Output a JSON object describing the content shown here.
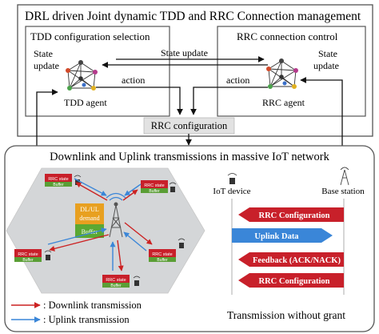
{
  "title": "DRL driven Joint dynamic TDD and RRC Connection management",
  "tdd_box": {
    "title": "TDD configuration selection",
    "state_update": [
      "State",
      "update"
    ],
    "agent": "TDD agent",
    "action": "action"
  },
  "rrc_box": {
    "title": "RRC connection control",
    "state_update": [
      "State",
      "update"
    ],
    "agent": "RRC agent",
    "action": "action"
  },
  "middle_state_update": "State update",
  "rrc_configuration": "RRC configuration",
  "network": {
    "title": "Downlink and Uplink transmissions in massive IoT network",
    "device_label": [
      "RRC state",
      "Buffer"
    ],
    "bs_labels": [
      "DL/UL",
      "demand",
      "Buffer"
    ]
  },
  "legend": {
    "downlink": ": Downlink transmission",
    "uplink": ": Uplink transmission"
  },
  "sequence": {
    "iot_device": "IoT device",
    "base_station": "Base station",
    "messages": [
      {
        "label": "RRC Configuration",
        "direction": "down"
      },
      {
        "label": "Uplink Data",
        "direction": "up"
      },
      {
        "label": "Feedback (ACK/NACK)",
        "direction": "down"
      },
      {
        "label": "RRC Configuration",
        "direction": "down"
      }
    ],
    "caption": "Transmission without grant"
  },
  "colors": {
    "downlink": "#cc2222",
    "uplink": "#3a86d8",
    "bs_orange": "#e8a020",
    "bs_green": "#5ba832",
    "device_red": "#c8202a",
    "device_green": "#5a9e35",
    "hexagon": "#d4d6d8",
    "rrc_config_box": "#e2e2e2"
  },
  "icons": [
    "neural-network-icon",
    "cell-tower-icon",
    "iot-device-icon"
  ]
}
